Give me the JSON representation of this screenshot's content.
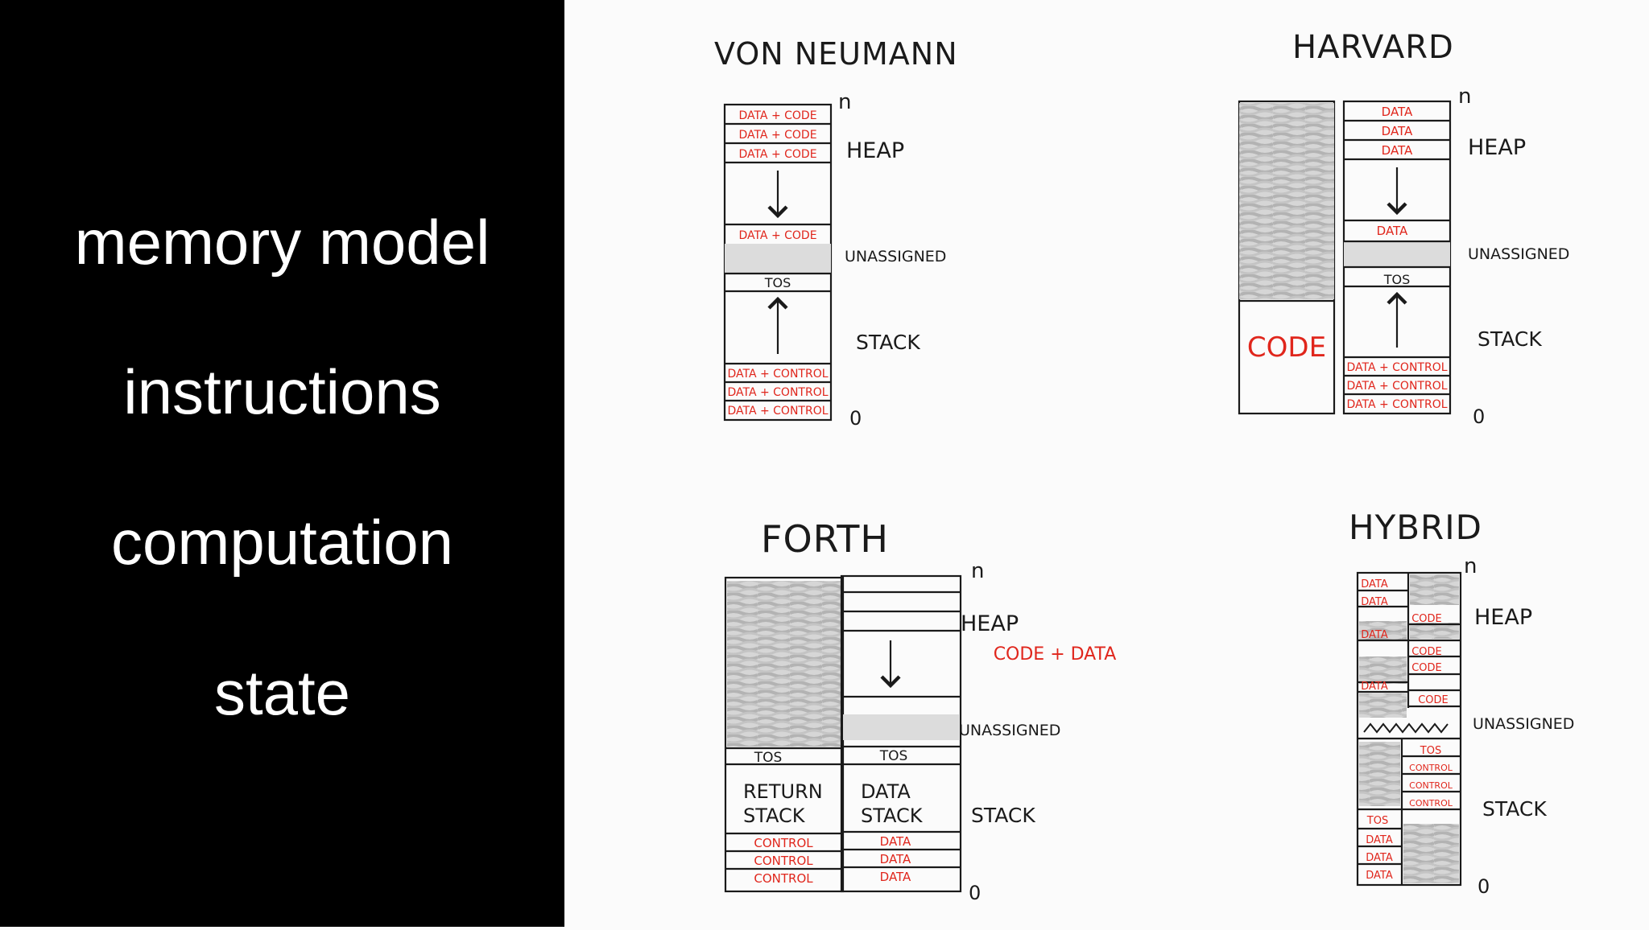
{
  "sidebar": {
    "items": [
      "memory model",
      "instructions",
      "computation",
      "state"
    ]
  },
  "colors": {
    "ink": "#1a1a1a",
    "red": "#e0261c",
    "shade": "#bdbdbd"
  },
  "diagrams": {
    "von_neumann": {
      "title": "VON NEUMANN",
      "top": "n",
      "bottom": "0",
      "heap": "HEAP",
      "unassigned": "UNASSIGNED",
      "stack": "STACK",
      "tos": "TOS",
      "heap_cells": [
        "DATA + CODE",
        "DATA + CODE",
        "DATA + CODE"
      ],
      "heap_edge": "DATA + CODE",
      "stack_cells": [
        "DATA + CONTROL",
        "DATA + CONTROL",
        "DATA + CONTROL"
      ]
    },
    "harvard": {
      "title": "HARVARD",
      "top": "n",
      "bottom": "0",
      "heap": "HEAP",
      "unassigned": "UNASSIGNED",
      "stack": "STACK",
      "tos": "TOS",
      "code": "CODE",
      "heap_cells": [
        "DATA",
        "DATA",
        "DATA"
      ],
      "heap_edge": "DATA",
      "stack_cells": [
        "DATA + CONTROL",
        "DATA + CONTROL",
        "DATA + CONTROL"
      ]
    },
    "forth": {
      "title": "FORTH",
      "top": "n",
      "bottom": "0",
      "heap": "HEAP",
      "heap_note": "CODE + DATA",
      "unassigned": "UNASSIGNED",
      "stack": "STACK",
      "tos_left": "TOS",
      "tos_right": "TOS",
      "return_stack": [
        "RETURN",
        "STACK"
      ],
      "data_stack": [
        "DATA",
        "STACK"
      ],
      "return_cells": [
        "CONTROL",
        "CONTROL",
        "CONTROL"
      ],
      "data_cells": [
        "DATA",
        "DATA",
        "DATA"
      ]
    },
    "hybrid": {
      "title": "HYBRID",
      "top": "n",
      "bottom": "0",
      "heap": "HEAP",
      "unassigned": "UNASSIGNED",
      "stack": "STACK",
      "heap_left": [
        "DATA",
        "DATA",
        "DATA",
        "DATA"
      ],
      "heap_right": [
        "CODE",
        "CODE",
        "CODE",
        "CODE"
      ],
      "stack_right": [
        "TOS",
        "CONTROL",
        "CONTROL",
        "CONTROL"
      ],
      "stack_left": [
        "TOS",
        "DATA",
        "DATA",
        "DATA"
      ]
    }
  }
}
